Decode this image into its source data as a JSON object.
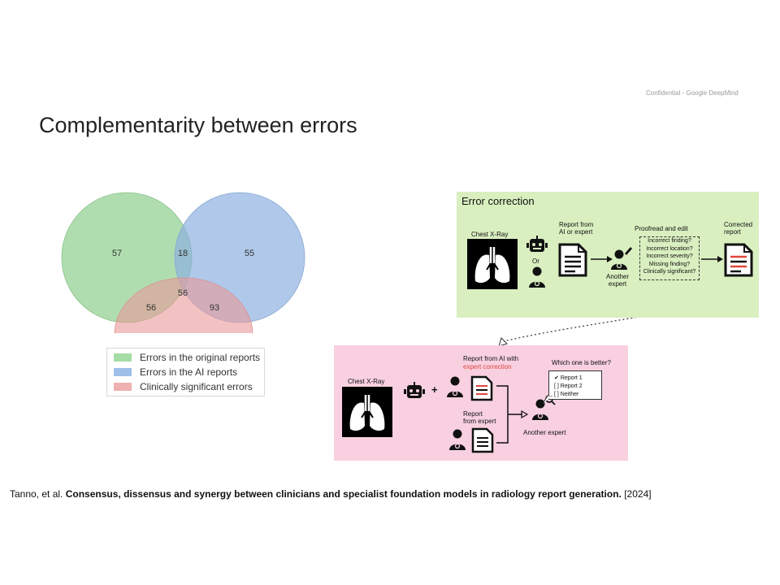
{
  "header": {
    "confidential": "Confidential - Google DeepMind",
    "title": "Complementarity between errors"
  },
  "chart_data": {
    "type": "venn",
    "sets": [
      {
        "name": "Errors in the original reports",
        "color": "#8fcf8f"
      },
      {
        "name": "Errors in the AI reports",
        "color": "#8fb1df"
      },
      {
        "name": "Clinically significant errors",
        "color": "#e99a9a"
      }
    ],
    "regions": [
      {
        "sets": [
          "original"
        ],
        "value": 57
      },
      {
        "sets": [
          "original",
          "ai"
        ],
        "value": 18
      },
      {
        "sets": [
          "ai"
        ],
        "value": 55
      },
      {
        "sets": [
          "original",
          "ai",
          "clinical"
        ],
        "value": 56
      },
      {
        "sets": [
          "original",
          "clinical"
        ],
        "value": 56
      },
      {
        "sets": [
          "ai",
          "clinical"
        ],
        "value": 93
      }
    ]
  },
  "legend": {
    "items": [
      {
        "label": "Errors in the original reports",
        "color": "#a6dca6"
      },
      {
        "label": "Errors in the AI reports",
        "color": "#9fbfe8"
      },
      {
        "label": "Clinically significant errors",
        "color": "#efb0b0"
      }
    ]
  },
  "error_correction": {
    "title": "Error correction",
    "chest_xray": "Chest X-Ray",
    "or": "Or",
    "report_from": "Report from\nAI or expert",
    "proofread": "Proofread and edit",
    "another_expert": "Another\nexpert",
    "corrected": "Corrected\nreport",
    "checklist": [
      "Incorrect finding?",
      "Incorrect location?",
      "Incorrect severity?",
      "Missing finding?",
      "Clinically significant?"
    ]
  },
  "comparison": {
    "chest_xray": "Chest X-Ray",
    "report_ai": "Report from AI with",
    "expert_correction": "expert  correction",
    "report_expert": "Report\nfrom expert",
    "which_better": "Which one is better?",
    "another_expert": "Another expert",
    "options": [
      "Report 1",
      "Report 2",
      "Neither"
    ],
    "options_marks": [
      "✔",
      "[  ]",
      "[  ]"
    ],
    "plus": "+"
  },
  "citation": {
    "authors": "Tanno, et al. ",
    "title": "Consensus, dissensus and synergy between clinicians and specialist foundation models in radiology report generation.",
    "year": " [2024]"
  },
  "colors": {
    "panel_green": "#d9efc0",
    "panel_pink": "#f8d0e0",
    "red_accent": "#e0463c"
  }
}
